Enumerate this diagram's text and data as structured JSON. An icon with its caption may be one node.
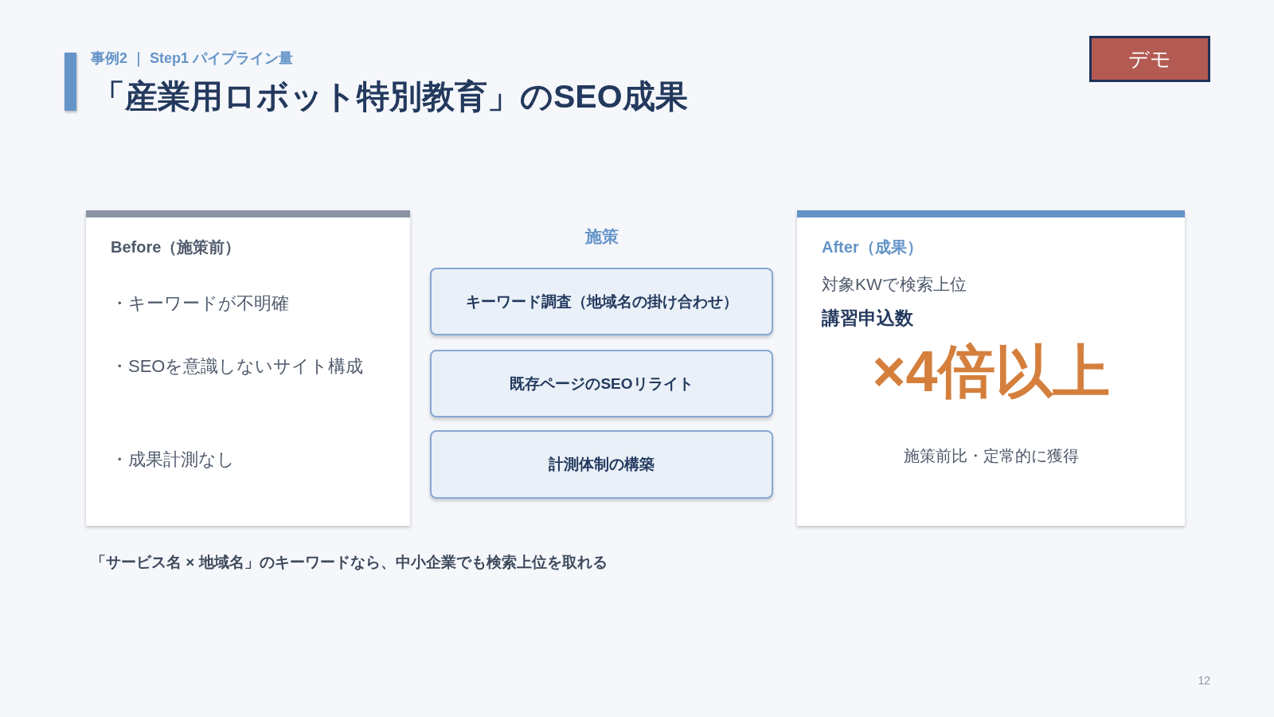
{
  "diagram": {
    "title": "「産業用ロボット特別教育」のSEO成果",
    "nodes": [
      {
        "text": [
          "デモ"
        ]
      },
      {
        "text": [
          "Before（施策前）",
          "・キーワードが不明確",
          "・SEOを意識しないサイト構成",
          "・成果計測なし"
        ]
      },
      {
        "text": [
          "キーワード調査（地域名の掛け合わせ）"
        ]
      },
      {
        "text": [
          "既存ページのSEOリライト"
        ]
      },
      {
        "text": [
          "計測体制の構築"
        ]
      },
      {
        "text": [
          "After（成果）",
          "対象KWで検索上位",
          "講習申込数",
          "×4倍以上",
          "施策前比・定常的に獲得"
        ]
      }
    ],
    "labels": [
      "事例2 ｜ Step1 パイプライン量",
      "施策",
      "「サービス名 × 地域名」のキーワードなら、中小企業でも検索上位を取れる",
      "12"
    ]
  }
}
